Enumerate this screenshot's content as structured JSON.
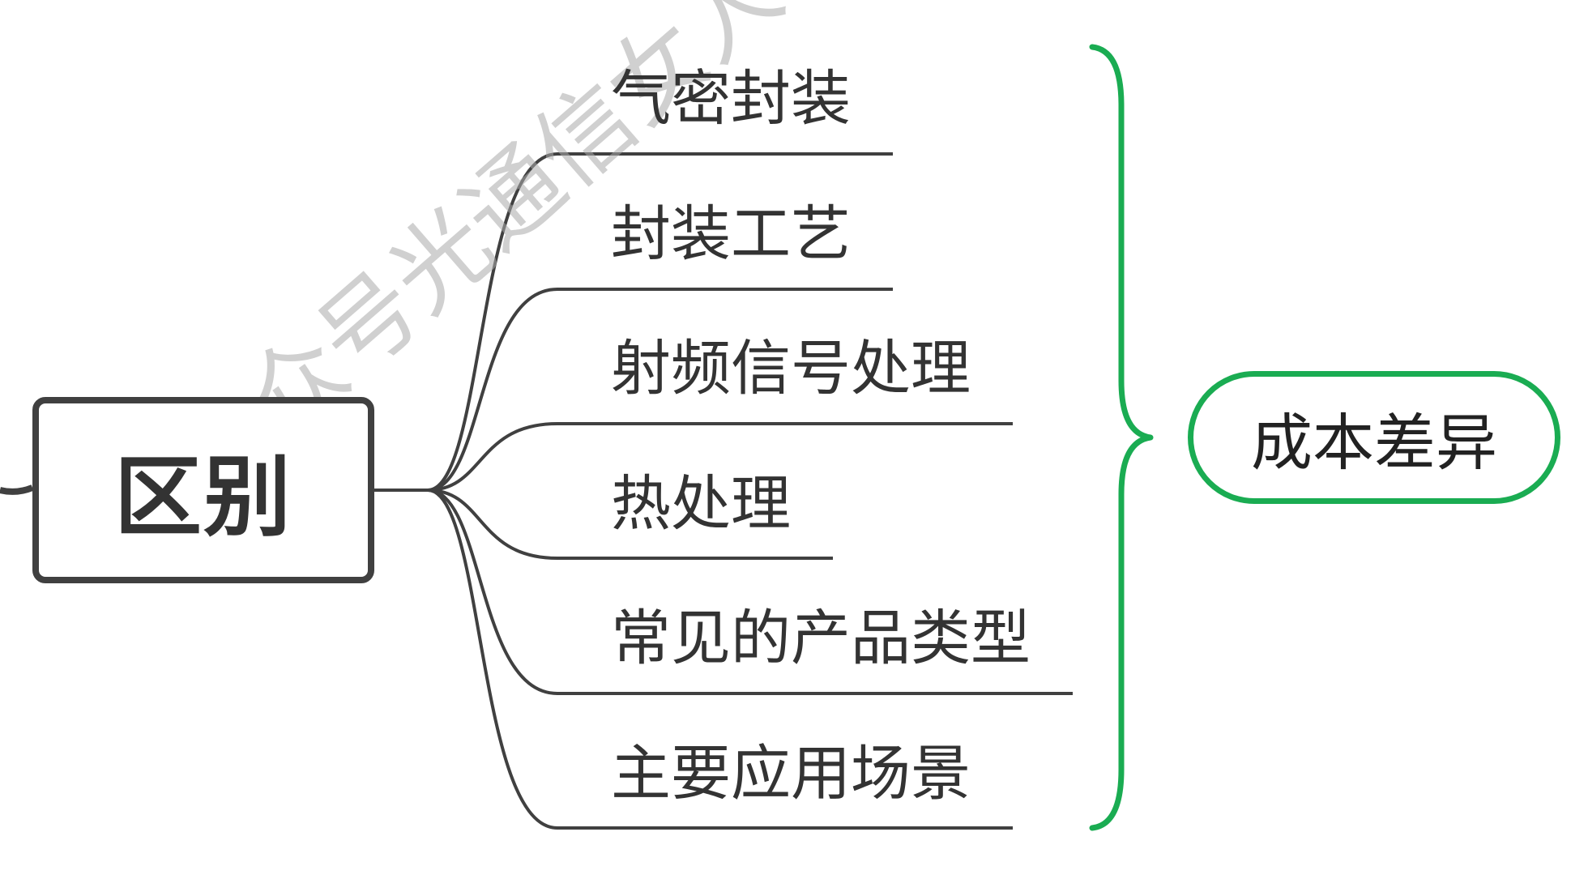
{
  "root": {
    "label": "区别"
  },
  "branches": [
    {
      "label": "气密封装"
    },
    {
      "label": "封装工艺"
    },
    {
      "label": "射频信号处理"
    },
    {
      "label": "热处理"
    },
    {
      "label": "常见的产品类型"
    },
    {
      "label": "主要应用场景"
    }
  ],
  "summary": {
    "label": "成本差异"
  },
  "watermark": {
    "text": "公众号光通信女人@匡国华"
  },
  "colors": {
    "line": "#404040",
    "brace": "#1aac52",
    "text": "#333333"
  }
}
